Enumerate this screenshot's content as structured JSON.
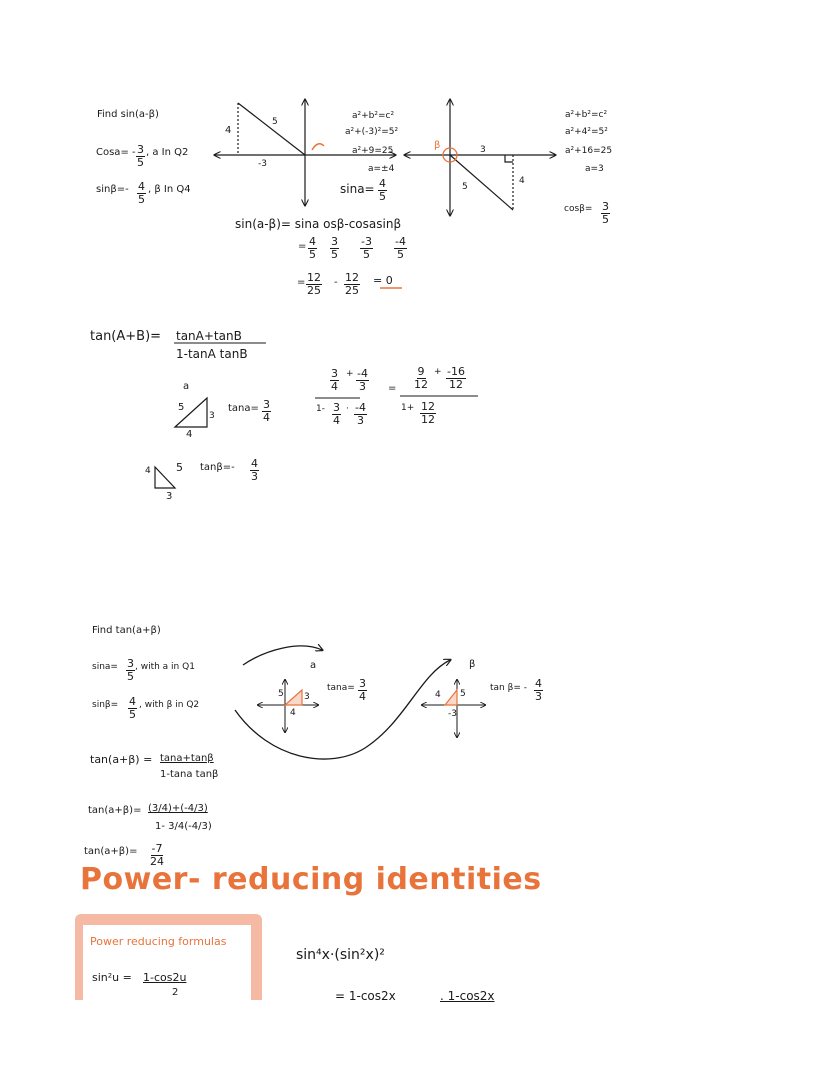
{
  "problem1": {
    "title": "Find sin(a-β)",
    "given_cos": "Cosa= -",
    "given_cos_num": "3",
    "given_cos_den": "5",
    "given_cos_quad": ", a In Q2",
    "given_sin": "sinβ=-",
    "given_sin_num": "4",
    "given_sin_den": "5",
    "given_sin_quad": ", β In Q4",
    "tri1": {
      "side_vertical": "4",
      "side_hyp": "5",
      "side_horizontal": "-3"
    },
    "pyth1": [
      "a²+b²=c²",
      "a²+(-3)²=5²",
      "a²+9=25",
      "a=±4"
    ],
    "sin_a_label": "sina=",
    "sin_a_num": "4",
    "sin_a_den": "5",
    "tri2": {
      "side_horizontal": "3",
      "side_hyp": "5",
      "side_vertical": "4"
    },
    "angle_label": "β",
    "pyth2": [
      "a²+b²=c²",
      "a²+4²=5²",
      "a²+16=25",
      "a=3"
    ],
    "cos_b_label": "cosβ=",
    "cos_b_num": "3",
    "cos_b_den": "5",
    "formula": "sin(a-β)= sina osβ-cosasinβ",
    "step1_prefix": "=",
    "step1": [
      "4",
      "5",
      "3",
      "5",
      "-3",
      "5",
      "-4",
      "5"
    ],
    "step2_prefix": "=",
    "step2_a_num": "12",
    "step2_a_den": "25",
    "step2_minus": "-",
    "step2_b_num": "12",
    "step2_b_den": "25",
    "result": "= 0"
  },
  "problem2": {
    "formula_lhs": "tan(A+B)=",
    "formula_num": "tanA+tanB",
    "formula_den": "1-tanA tanB",
    "alpha_label": "a",
    "tri_a": {
      "hyp": "5",
      "opp": "3",
      "adj": "4"
    },
    "tan_a_label": "tana=",
    "tan_a_num": "3",
    "tan_a_den": "4",
    "tri_b": {
      "adj": "4",
      "hyp": "5",
      "opp": "3"
    },
    "tan_b_label": "tanβ=-",
    "tan_b_num": "4",
    "tan_b_den": "3",
    "calc_left": {
      "num": [
        "3",
        "4",
        "+",
        "-4",
        "3"
      ],
      "den": [
        "1-",
        "3",
        "4",
        "·",
        "-4",
        "3"
      ]
    },
    "calc_equals": "=",
    "calc_right": {
      "num": [
        "9",
        "12",
        "+",
        "-16",
        "12"
      ],
      "den": [
        "1+",
        "12",
        "12"
      ]
    }
  },
  "problem3": {
    "title": "Find tan(a+β)",
    "line1_prefix": "sina=",
    "line1_num": "3",
    "line1_den": "5",
    "line1_suffix": ", with a in Q1",
    "line2_prefix": "sinβ=",
    "line2_num": "4",
    "line2_den": "5",
    "line2_suffix": ", with β in Q2",
    "alpha_label": "a",
    "beta_label": "β",
    "small_tri_a": {
      "hyp": "5",
      "opp": "3",
      "adj": "4"
    },
    "small_tri_b": {
      "adj": "4",
      "hyp": "5",
      "opp": "-3"
    },
    "tan_a_text": "tana=",
    "tan_a_num": "3",
    "tan_a_den": "4",
    "tan_b_text": "tan β= -",
    "tan_b_num": "4",
    "tan_b_den": "3",
    "formula_lhs": "tan(a+β) =",
    "formula_num": "tana+tanβ",
    "formula_den": "1-tana tanβ",
    "sub_lhs": "tan(a+β)=",
    "sub_num": "(3/4)+(-4/3)",
    "sub_den": "1- 3/4(-4/3)",
    "answer_lhs": "tan(a+β)=",
    "answer_num": "-7",
    "answer_den": "24"
  },
  "section": {
    "heading": "Power- reducing identities",
    "box_title": "Power reducing formulas",
    "box_formula_lhs": "sin²u =",
    "box_formula_num": "1-cos2u",
    "box_formula_den": "2",
    "work_line1": "sin⁴x·(sin²x)²",
    "work_line2_a": "= 1-cos2x",
    "work_line2_b": ". 1-cos2x"
  },
  "colors": {
    "ink": "#1a1a1a",
    "accent": "#e8743b",
    "box": "#f5b9a4"
  }
}
